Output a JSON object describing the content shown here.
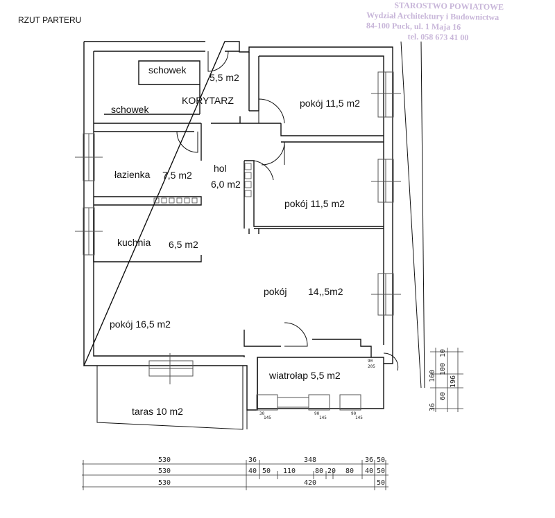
{
  "title": "RZUT PARTERU",
  "stamp": {
    "line1": "STAROSTWO POWIATOWE",
    "line2": "Wydział Architektury i Budownictwa",
    "line3": "84-100 Puck, ul. 1 Maja 16",
    "line4": "tel. 058 673 41 00"
  },
  "rooms": {
    "schowek1": "schowek",
    "schowek1_area": "5,5 m2",
    "schowek2": "schowek",
    "korytarz": "KORYTARZ",
    "pokoj_a": "pokój 11,5 m2",
    "lazienka": "łazienka",
    "lazienka_area": "7,5 m2",
    "hol": "hol",
    "hol_area": "6,0 m2",
    "pokoj_b": "pokój 11,5 m2",
    "kuchnia": "kuchnia",
    "kuchnia_area": "6,5 m2",
    "pokoj_c": "pokój",
    "pokoj_c_area": "14,,5m2",
    "pokoj_d": "pokój 16,5 m2",
    "wiatrolap": "wiatrołap 5,5 m2",
    "taras": "taras  10 m2"
  },
  "dimensions": {
    "row1": [
      "530",
      "36",
      "348",
      "36",
      "50"
    ],
    "row2": [
      "530",
      "40",
      "50",
      "110",
      "80",
      "20",
      "80",
      "40",
      "50"
    ],
    "row3": [
      "530",
      "420",
      "50"
    ],
    "vertical": [
      "160",
      "10",
      "100",
      "60",
      "36",
      "196"
    ],
    "small": [
      "90",
      "205",
      "30",
      "145",
      "90",
      "145",
      "90",
      "145"
    ]
  },
  "colors": {
    "line": "#111111",
    "stamp": "#c8b6d9",
    "window": "#555555"
  }
}
